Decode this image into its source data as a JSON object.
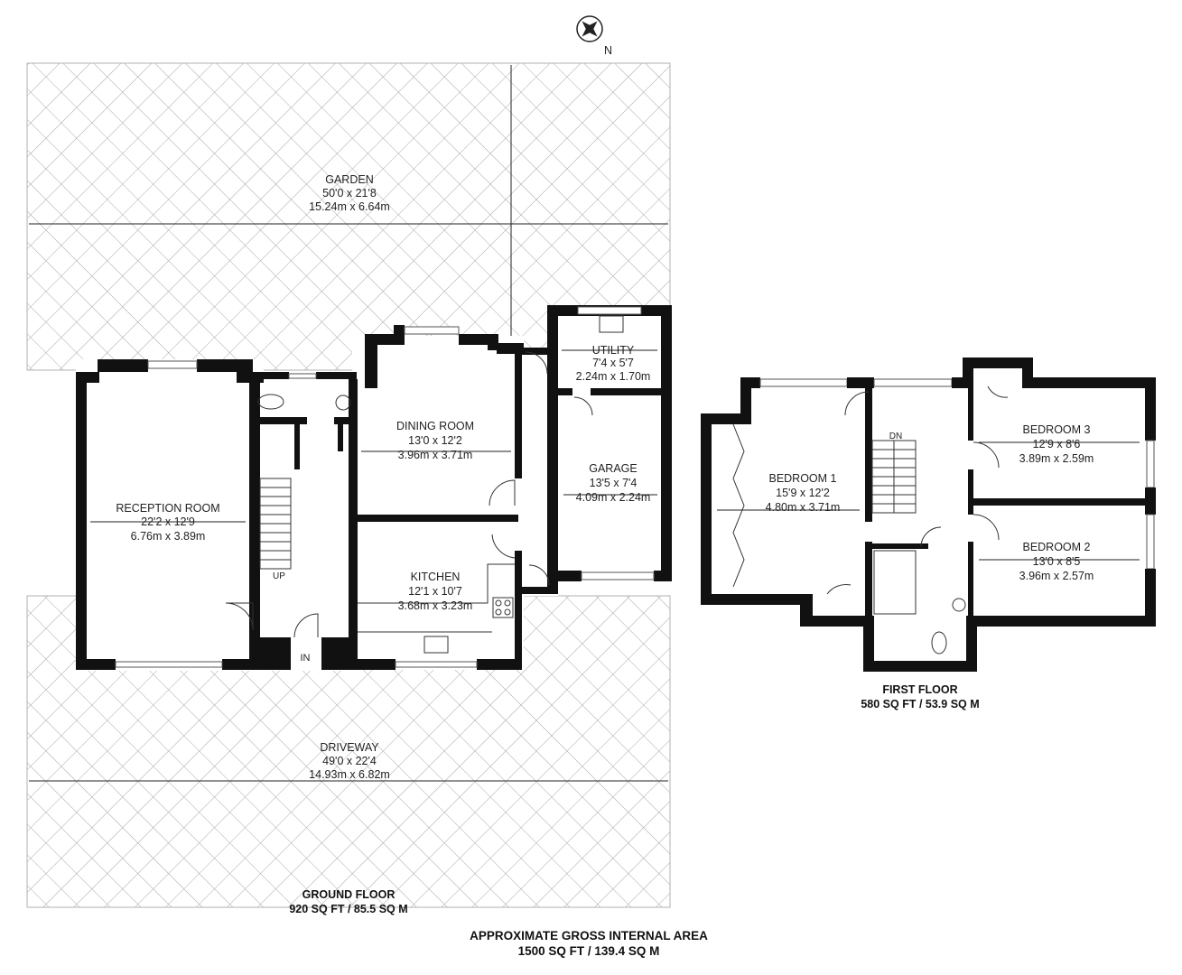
{
  "compass": {
    "north_label": "N"
  },
  "rooms": {
    "garden": {
      "name": "GARDEN",
      "imperial": "50'0 x 21'8",
      "metric": "15.24m x 6.64m"
    },
    "reception": {
      "name": "RECEPTION ROOM",
      "imperial": "22'2 x 12'9",
      "metric": "6.76m x 3.89m"
    },
    "dining": {
      "name": "DINING ROOM",
      "imperial": "13'0 x 12'2",
      "metric": "3.96m x 3.71m"
    },
    "utility": {
      "name": "UTILITY",
      "imperial": "7'4 x 5'7",
      "metric": "2.24m x 1.70m"
    },
    "garage": {
      "name": "GARAGE",
      "imperial": "13'5 x 7'4",
      "metric": "4.09m x 2.24m"
    },
    "kitchen": {
      "name": "KITCHEN",
      "imperial": "12'1 x 10'7",
      "metric": "3.68m x 3.23m"
    },
    "driveway": {
      "name": "DRIVEWAY",
      "imperial": "49'0 x 22'4",
      "metric": "14.93m x 6.82m"
    },
    "bedroom1": {
      "name": "BEDROOM 1",
      "imperial": "15'9 x 12'2",
      "metric": "4.80m x 3.71m"
    },
    "bedroom3": {
      "name": "BEDROOM 3",
      "imperial": "12'9 x 8'6",
      "metric": "3.89m x 2.59m"
    },
    "bedroom2": {
      "name": "BEDROOM 2",
      "imperial": "13'0 x 8'5",
      "metric": "3.96m x 2.57m"
    }
  },
  "markers": {
    "stairs_up": "UP",
    "stairs_down": "DN",
    "entrance": "IN"
  },
  "floors": {
    "ground": {
      "title": "GROUND FLOOR",
      "area": "920 SQ FT / 85.5 SQ M"
    },
    "first": {
      "title": "FIRST FLOOR",
      "area": "580 SQ FT / 53.9 SQ M"
    }
  },
  "total": {
    "title": "APPROXIMATE GROSS INTERNAL AREA",
    "area": "1500 SQ FT / 139.4 SQ M"
  }
}
